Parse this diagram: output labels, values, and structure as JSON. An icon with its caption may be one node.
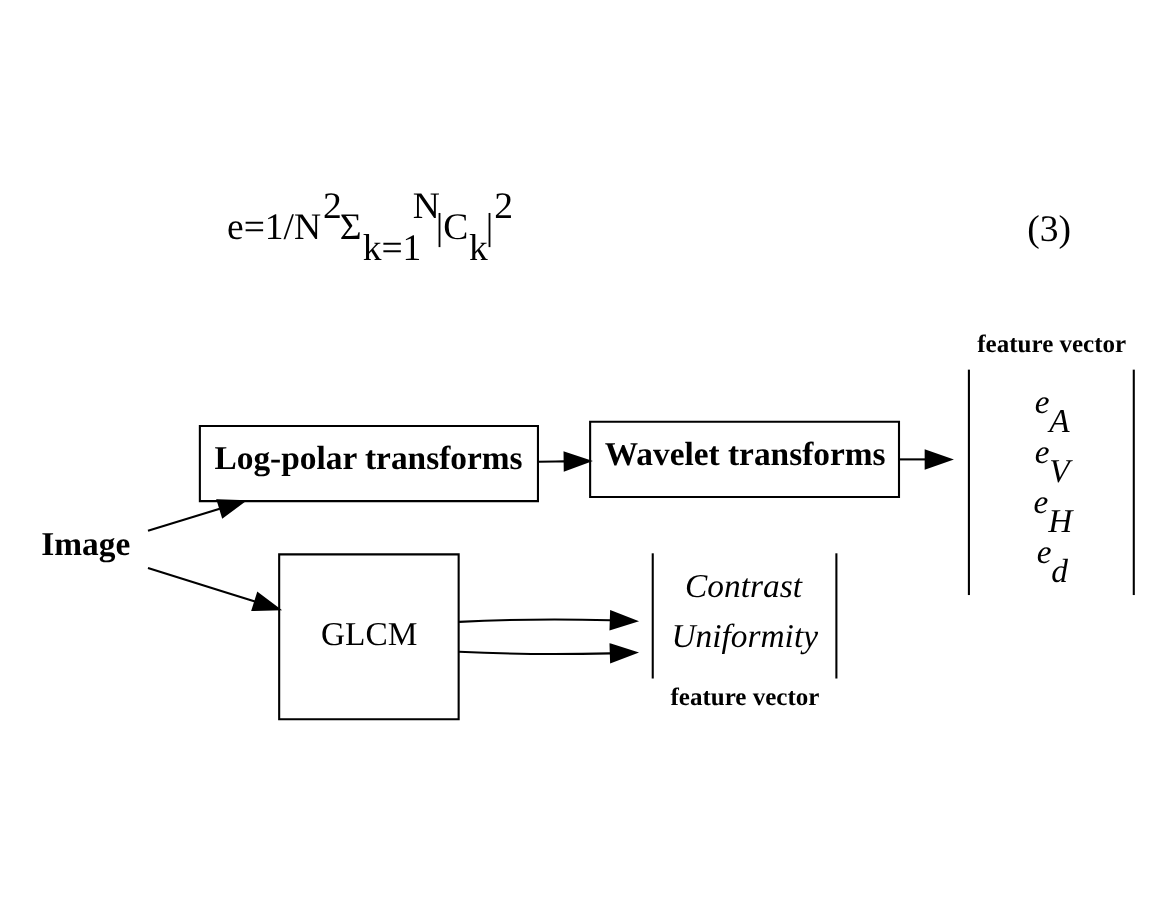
{
  "diagram": {
    "nodes": [
      {
        "text": [
          "Image"
        ]
      },
      {
        "text": [
          "Log-polar transforms"
        ]
      },
      {
        "text": [
          "Wavelet transforms"
        ]
      },
      {
        "text": [
          "feature vector",
          "e$_{A}$",
          "e$_{V}$",
          "e$_{H}$",
          "e$_{d}$"
        ]
      },
      {
        "text": [
          "GLCM"
        ]
      },
      {
        "text": [
          "Contrast",
          "Uniformity",
          "feature vector"
        ]
      }
    ],
    "edges": [
      {
        "from": 0,
        "to": 1,
        "arrow": "to"
      },
      {
        "from": 0,
        "to": 4,
        "arrow": "to"
      },
      {
        "from": 1,
        "to": 2,
        "arrow": "to"
      },
      {
        "from": 2,
        "to": 3,
        "arrow": "to"
      },
      {
        "from": 4,
        "to": 5,
        "arrow": "to"
      },
      {
        "from": 4,
        "to": 5,
        "arrow": "to"
      }
    ],
    "labels": [
      "e=1/N$^{2}$Σ$_{k=1}$$^{N}$|C$_{k}$|$^{2}$",
      "(3)"
    ]
  }
}
